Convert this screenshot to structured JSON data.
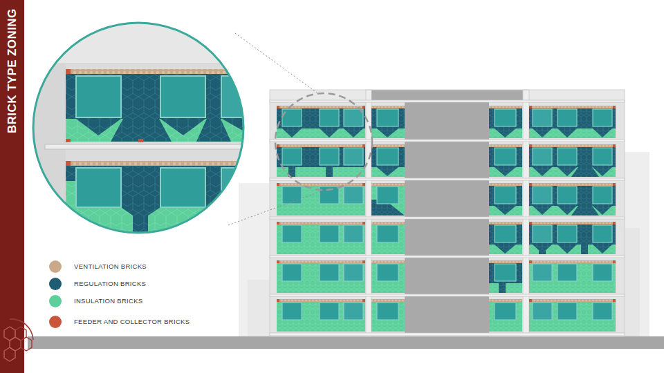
{
  "diagram": {
    "title": "BRICK TYPE ZONING",
    "legend": [
      {
        "text": "VENTILATION BRICKS",
        "color": "#c9a98a"
      },
      {
        "text": "REGULATION BRICKS",
        "color": "#1e5d72"
      },
      {
        "text": "INSULATION BRICKS",
        "color": "#5ccf9b"
      },
      {
        "text": "FEEDER AND COLLECTOR BRICKS",
        "color": "#c9553c"
      }
    ]
  }
}
